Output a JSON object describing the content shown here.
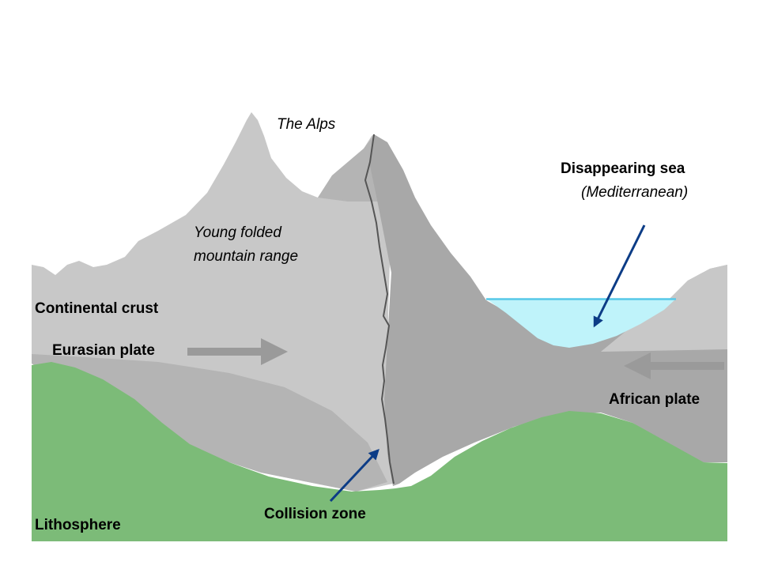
{
  "labels": {
    "mountains": "The Alps",
    "folded_range_line1": "Young folded",
    "folded_range_line2": "mountain range",
    "continental_crust": "Continental crust",
    "eurasian_plate": "Eurasian plate",
    "disappearing_sea": "Disappearing sea",
    "sea_name": "(Mediterranean)",
    "african_plate": "African plate",
    "collision_zone": "Collision zone",
    "lithosphere": "Lithosphere"
  },
  "colors": {
    "light_crust": "#c8c8c8",
    "dark_crust": "#a8a8a8",
    "mid_crust": "#b4b4b4",
    "lithosphere": "#7cbb78",
    "sea": "#bff3fa",
    "sea_surface": "#57c8e8",
    "pointer_arrow": "#0c3c86",
    "plate_arrow": "#9a9a9a",
    "fault_line": "#555555"
  },
  "icons": {
    "eurasian_motion": "arrow-right-icon",
    "african_motion": "arrow-left-icon",
    "sea_pointer": "arrow-down-left-icon",
    "collision_pointer": "arrow-up-right-icon"
  }
}
